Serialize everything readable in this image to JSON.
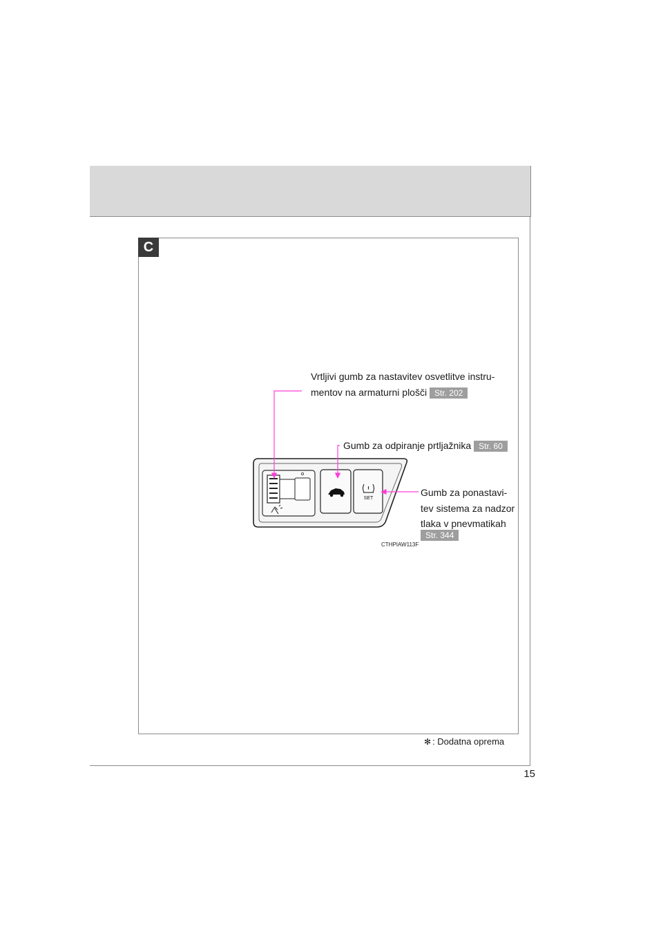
{
  "page": {
    "number": "15",
    "section_letter": "C"
  },
  "callouts": {
    "dimmer": {
      "line1": "Vrtljivi gumb za nastavitev osvetlitve instru-",
      "line2": "mentov na armaturni plošči",
      "ref": "Str. 202"
    },
    "trunk": {
      "text": "Gumb za odpiranje prtljažnika",
      "ref": "Str. 60"
    },
    "tpms": {
      "line1": "Gumb za ponastavi-",
      "line2": "tev sistema za nadzor",
      "line3": "tlaka v pnevmatikah",
      "ref": "Str. 344"
    }
  },
  "figure": {
    "code": "CTHPIAW113F",
    "set_label": "SET"
  },
  "footnote": {
    "symbol": "✻",
    "text": ": Dodatna oprema"
  },
  "colors": {
    "header_band": "#d9d9d9",
    "callout_line": "#ff3dd8",
    "badge": "#9e9e9e"
  }
}
